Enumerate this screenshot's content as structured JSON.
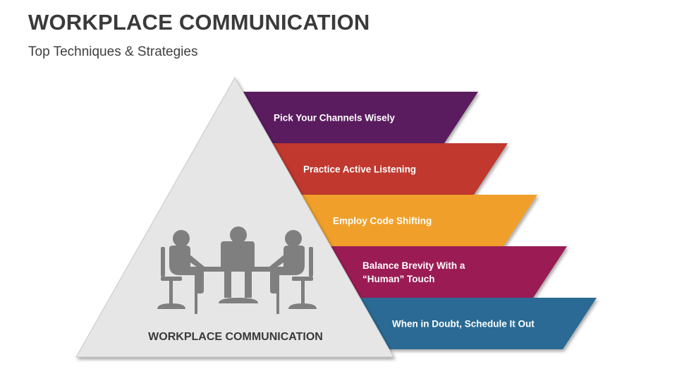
{
  "slide": {
    "title": "WORKPLACE COMMUNICATION",
    "subtitle": "Top Techniques & Strategies"
  },
  "pyramid": {
    "label": "WORKPLACE COMMUNICATION",
    "icon": "meeting-people-icon"
  },
  "bands": [
    {
      "lines": [
        "Pick Your Channels Wisely"
      ],
      "color": "#5a1a5e"
    },
    {
      "lines": [
        "Practice Active Listening"
      ],
      "color": "#c0392f"
    },
    {
      "lines": [
        "Employ Code Shifting"
      ],
      "color": "#f0a02a"
    },
    {
      "lines": [
        "Balance Brevity With a",
        "“Human” Touch"
      ],
      "color": "#9b1a55"
    },
    {
      "lines": [
        "When in Doubt, Schedule It Out"
      ],
      "color": "#2a6a94"
    }
  ],
  "colors": {
    "pyramid_fill": "#e6e6e6",
    "pyramid_stroke": "#c8c8c8",
    "icon": "#7f7f7f",
    "title": "#3a3a3a"
  }
}
